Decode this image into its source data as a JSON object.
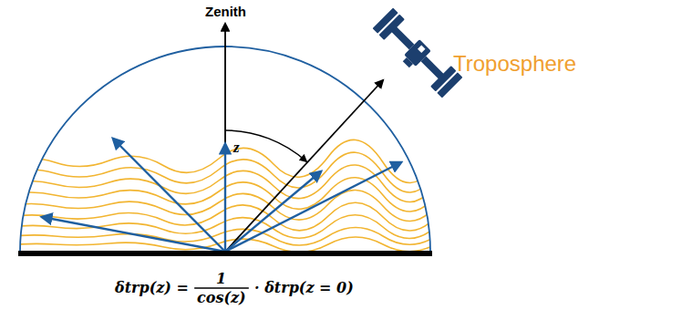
{
  "diagram": {
    "labels": [
      "Zenith",
      "z",
      "Troposphere",
      "δtrp(z) =",
      "1",
      "cos(z)",
      "· δtrp(z = 0)"
    ]
  }
}
